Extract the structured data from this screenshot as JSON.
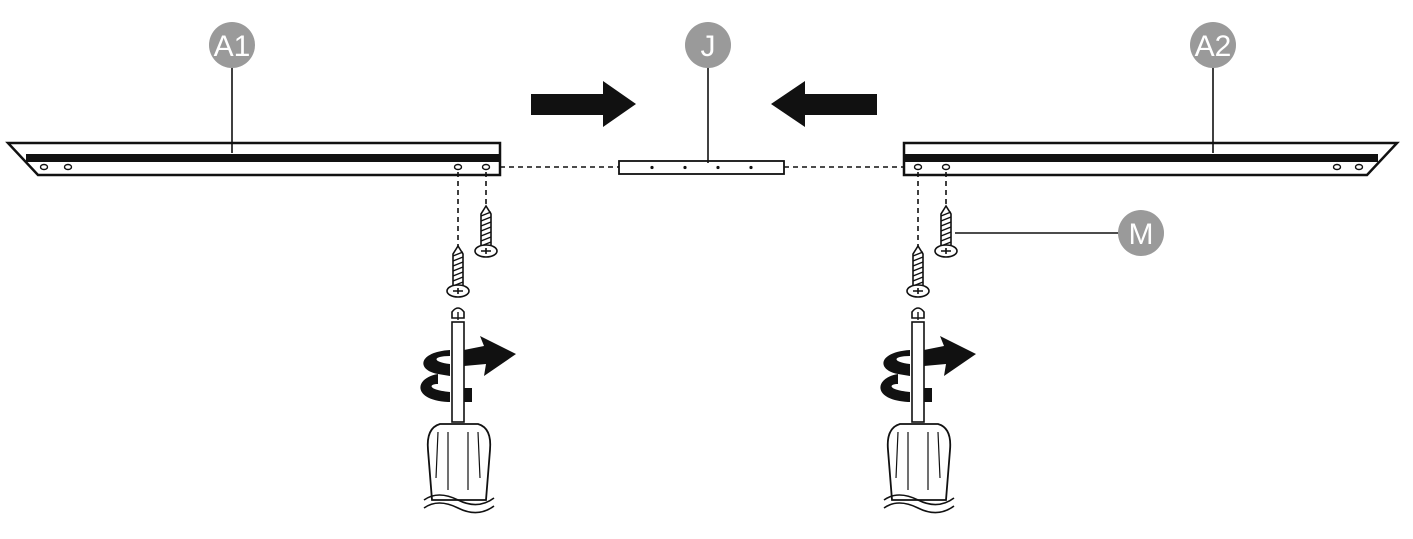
{
  "labels": {
    "a1": "A1",
    "j": "J",
    "a2": "A2",
    "m": "M"
  },
  "colors": {
    "badge": "#9a9a9a",
    "ink": "#111111",
    "paper": "#ffffff"
  }
}
